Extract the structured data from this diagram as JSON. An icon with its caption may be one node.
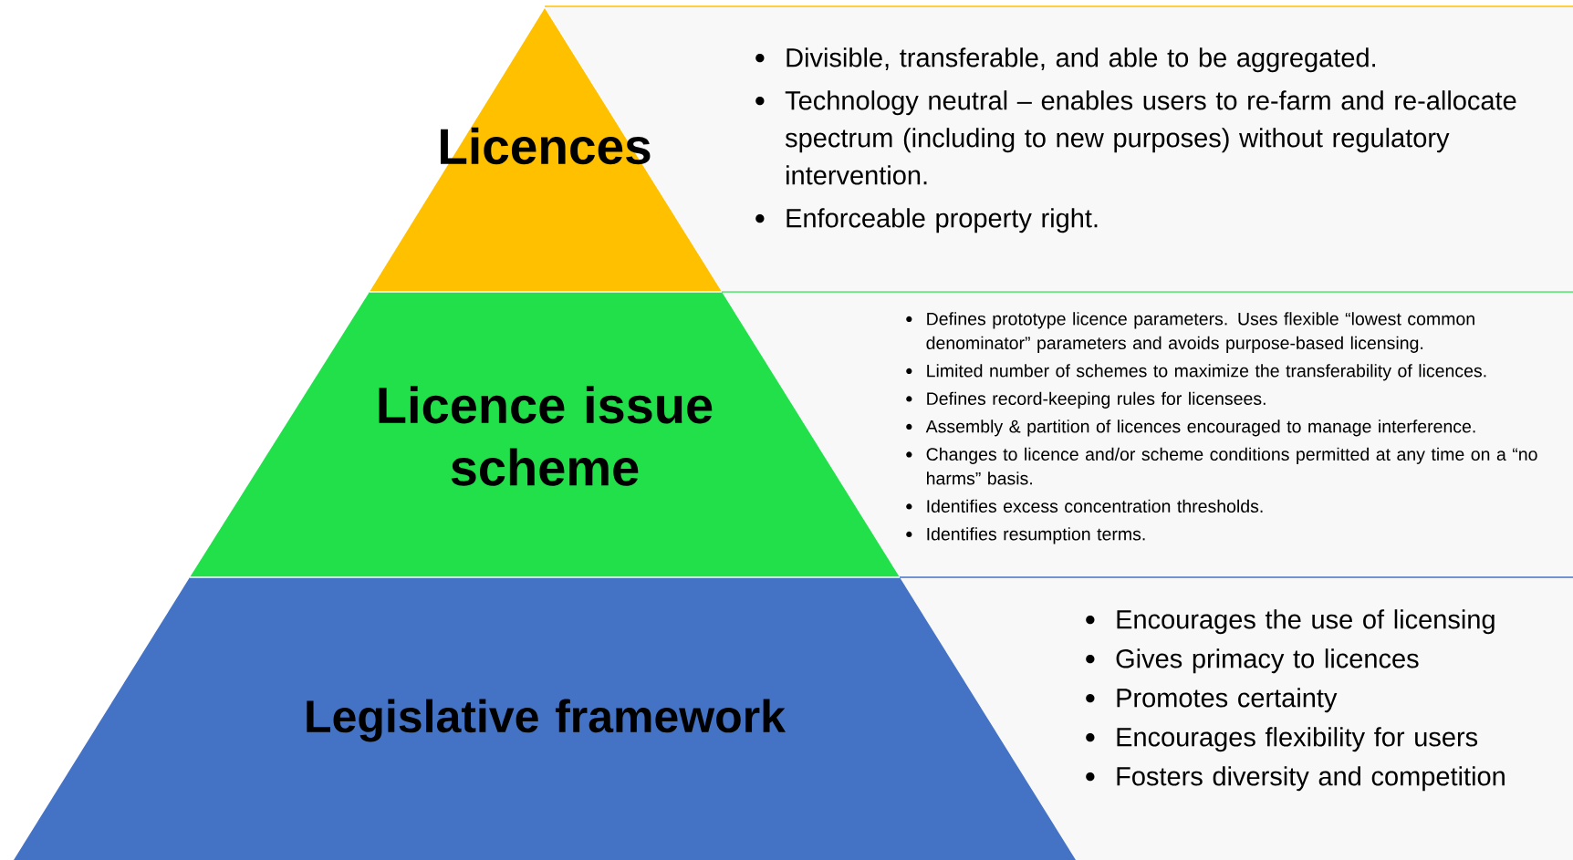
{
  "diagram": {
    "nodes": [
      {
        "text": [
          "Licences"
        ]
      },
      {
        "text": [
          "Divisible, transferable,  and able to be aggregated.",
          "Technology neutral – enables users to re-farm and re-allocate spectrum (including to new purposes) without regulatory intervention.",
          "Enforceable property right."
        ]
      },
      {
        "text": [
          "Licence issue scheme"
        ]
      },
      {
        "text": [
          "Defines prototype licence parameters. Uses flexible “lowest common denominator” parameters and avoids purpose-based licensing.",
          "Limited number of schemes to maximize the transferability of licences.",
          "Defines record-keeping rules for licensees.",
          "Assembly & partition of licences encouraged to manage interference.",
          "Changes to licence and/or scheme conditions permitted at any time on a “no harms” basis.",
          "Identifies excess concentration thresholds.",
          "Identifies resumption terms."
        ]
      },
      {
        "text": [
          "Legislative framework"
        ]
      },
      {
        "text": [
          "Encourages the use of licensing",
          "Gives primacy to licences",
          "Promotes certainty",
          "Encourages flexibility for users",
          "Fosters diversity and competition"
        ]
      }
    ]
  }
}
